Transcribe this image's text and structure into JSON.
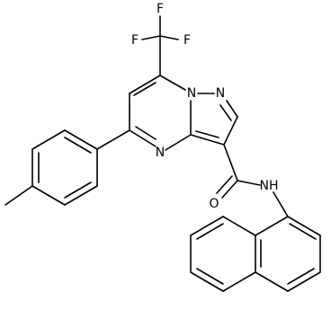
{
  "molecule": {
    "atom_labels": {
      "F1": "F",
      "F2": "F",
      "F3": "F",
      "N_bridge": "N",
      "N_pyrazole": "N",
      "N_pyrimidine": "N",
      "N_amide": "NH",
      "O_carbonyl": "O"
    },
    "bond_color": "#000000",
    "label_color": "#000000"
  }
}
